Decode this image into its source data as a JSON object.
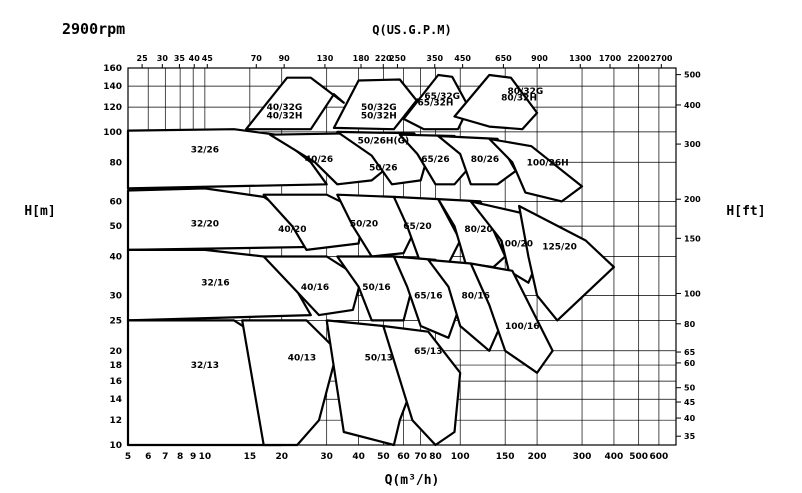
{
  "chart_data": {
    "type": "area",
    "speed_label": "2900rpm",
    "top_axis_title": "Q(US.G.P.M)",
    "bottom_axis_title": "Q(m³/h)",
    "left_axis_title": "H[m]",
    "right_axis_title": "H[ft]",
    "x_scale": "log",
    "y_scale": "log",
    "xlim": [
      5,
      700
    ],
    "ylim": [
      10,
      160
    ],
    "grid": true,
    "x_ticks": [
      5,
      6,
      7,
      8,
      9,
      10,
      15,
      20,
      30,
      40,
      50,
      60,
      70,
      80,
      100,
      150,
      200,
      300,
      400,
      500,
      600
    ],
    "x_tick_labels": [
      "5",
      "6",
      "7",
      "8",
      "9",
      "10",
      "15",
      "20",
      "30",
      "40",
      "50",
      "60",
      "70",
      "80",
      "100",
      "150",
      "200",
      "300",
      "400",
      "500",
      "600"
    ],
    "y_ticks": [
      10,
      12,
      14,
      16,
      18,
      20,
      25,
      30,
      40,
      50,
      60,
      80,
      100,
      120,
      140,
      160
    ],
    "y_tick_labels": [
      "10",
      "12",
      "14",
      "16",
      "18",
      "20",
      "25",
      "30",
      "40",
      "50",
      "60",
      "80",
      "100",
      "120",
      "140",
      "160"
    ],
    "top_ticks": [
      25,
      30,
      35,
      40,
      45,
      70,
      90,
      130,
      180,
      220,
      250,
      350,
      450,
      650,
      900,
      1300,
      1700,
      2200,
      2700
    ],
    "top_tick_labels": [
      "25",
      "30",
      "35",
      "40",
      "45",
      "70",
      "90",
      "130",
      "180",
      "220",
      "250",
      "350",
      "450",
      "650",
      "900",
      "1300",
      "1700",
      "2200",
      "2700"
    ],
    "right_ticks": [
      35,
      40,
      45,
      50,
      60,
      65,
      80,
      100,
      150,
      200,
      300,
      400,
      500
    ],
    "right_tick_labels": [
      "35",
      "40",
      "45",
      "50",
      "60",
      "65",
      "80",
      "100",
      "150",
      "200",
      "300",
      "400",
      "500"
    ],
    "series": [
      {
        "name": "40/32G",
        "label_q": 20.5,
        "label_h": 120,
        "points": [
          [
            14.5,
            102
          ],
          [
            26,
            102
          ],
          [
            32,
            132
          ],
          [
            35,
            124
          ],
          [
            26,
            149
          ],
          [
            21,
            149
          ]
        ]
      },
      {
        "name": "40/32H",
        "label_q": 20.5,
        "label_h": 113
      },
      {
        "name": "50/32G",
        "label_q": 48,
        "label_h": 120,
        "points": [
          [
            32,
            103
          ],
          [
            55,
            102
          ],
          [
            68,
            127
          ],
          [
            72,
            118
          ],
          [
            58,
            147
          ],
          [
            40,
            146
          ]
        ]
      },
      {
        "name": "50/32H",
        "label_q": 48,
        "label_h": 113
      },
      {
        "name": "65/32G",
        "label_q": 85,
        "label_h": 130,
        "points": [
          [
            60,
            110
          ],
          [
            72,
            102
          ],
          [
            98,
            102
          ],
          [
            108,
            120
          ],
          [
            93,
            150
          ],
          [
            82,
            152
          ]
        ]
      },
      {
        "name": "65/32H",
        "label_q": 80,
        "label_h": 124
      },
      {
        "name": "80/32G",
        "label_q": 180,
        "label_h": 135,
        "points": [
          [
            95,
            112
          ],
          [
            130,
            104
          ],
          [
            175,
            102
          ],
          [
            200,
            115
          ],
          [
            158,
            149
          ],
          [
            130,
            152
          ]
        ]
      },
      {
        "name": "80/32H",
        "label_q": 170,
        "label_h": 129
      },
      {
        "name": "32/26",
        "label_q": 10,
        "label_h": 88,
        "points": [
          [
            5,
            101
          ],
          [
            13,
            102
          ],
          [
            19,
            98
          ],
          [
            26,
            80
          ],
          [
            30,
            68
          ],
          [
            5,
            66
          ]
        ]
      },
      {
        "name": "40/26",
        "label_q": 28,
        "label_h": 82,
        "points": [
          [
            18,
            98
          ],
          [
            38,
            99
          ],
          [
            55,
            80
          ],
          [
            45,
            70
          ],
          [
            33,
            68
          ],
          [
            27,
            80
          ]
        ]
      },
      {
        "name": "50/26H(G)",
        "label_q": 50,
        "label_h": 94,
        "points": [
          [
            33,
            100
          ],
          [
            66,
            99
          ],
          [
            75,
            85
          ],
          [
            70,
            70
          ],
          [
            54,
            68
          ],
          [
            45,
            84
          ]
        ]
      },
      {
        "name": "50/26",
        "label_q": 50,
        "label_h": 77
      },
      {
        "name": "65/26",
        "label_q": 80,
        "label_h": 82,
        "points": [
          [
            58,
            98
          ],
          [
            95,
            97
          ],
          [
            110,
            78
          ],
          [
            95,
            68
          ],
          [
            80,
            68
          ],
          [
            68,
            85
          ]
        ]
      },
      {
        "name": "80/26",
        "label_q": 125,
        "label_h": 82,
        "points": [
          [
            82,
            97
          ],
          [
            140,
            95
          ],
          [
            165,
            75
          ],
          [
            140,
            68
          ],
          [
            110,
            68
          ],
          [
            100,
            85
          ]
        ]
      },
      {
        "name": "100/26H",
        "label_q": 220,
        "label_h": 80,
        "points": [
          [
            130,
            95
          ],
          [
            190,
            90
          ],
          [
            300,
            67
          ],
          [
            250,
            60
          ],
          [
            180,
            64
          ],
          [
            160,
            80
          ]
        ]
      },
      {
        "name": "32/20",
        "label_q": 10,
        "label_h": 51,
        "points": [
          [
            5,
            65
          ],
          [
            10,
            66
          ],
          [
            17,
            62
          ],
          [
            26,
            49
          ],
          [
            30,
            43
          ],
          [
            5,
            42
          ]
        ]
      },
      {
        "name": "40/20",
        "label_q": 22,
        "label_h": 49,
        "points": [
          [
            17,
            63
          ],
          [
            30,
            63
          ],
          [
            42,
            55
          ],
          [
            40,
            44
          ],
          [
            25,
            42
          ],
          [
            22,
            50
          ]
        ]
      },
      {
        "name": "50/20",
        "label_q": 42,
        "label_h": 51,
        "points": [
          [
            33,
            63
          ],
          [
            55,
            62
          ],
          [
            66,
            48
          ],
          [
            60,
            41
          ],
          [
            45,
            40
          ],
          [
            38,
            50
          ]
        ]
      },
      {
        "name": "65/20",
        "label_q": 68,
        "label_h": 50,
        "points": [
          [
            55,
            62
          ],
          [
            82,
            61
          ],
          [
            100,
            45
          ],
          [
            90,
            38
          ],
          [
            70,
            38
          ],
          [
            62,
            50
          ]
        ]
      },
      {
        "name": "80/20",
        "label_q": 118,
        "label_h": 49,
        "points": [
          [
            82,
            61
          ],
          [
            120,
            60
          ],
          [
            150,
            40
          ],
          [
            135,
            37
          ],
          [
            105,
            38
          ],
          [
            95,
            50
          ]
        ]
      },
      {
        "name": "100/20",
        "label_q": 165,
        "label_h": 44,
        "points": [
          [
            110,
            60
          ],
          [
            175,
            55
          ],
          [
            205,
            40
          ],
          [
            185,
            33
          ],
          [
            155,
            36
          ],
          [
            145,
            45
          ]
        ]
      },
      {
        "name": "125/20",
        "label_q": 245,
        "label_h": 43,
        "points": [
          [
            170,
            58
          ],
          [
            310,
            45
          ],
          [
            400,
            37
          ],
          [
            240,
            25
          ],
          [
            200,
            30
          ],
          [
            185,
            40
          ]
        ]
      },
      {
        "name": "32/16",
        "label_q": 11,
        "label_h": 33,
        "points": [
          [
            5,
            42
          ],
          [
            10,
            42
          ],
          [
            17,
            40
          ],
          [
            22,
            33
          ],
          [
            26,
            26
          ],
          [
            5,
            25
          ]
        ]
      },
      {
        "name": "40/16",
        "label_q": 27,
        "label_h": 32,
        "points": [
          [
            17,
            40
          ],
          [
            30,
            40
          ],
          [
            41,
            34
          ],
          [
            38,
            27
          ],
          [
            28,
            26
          ],
          [
            22,
            32
          ]
        ]
      },
      {
        "name": "50/16",
        "label_q": 47,
        "label_h": 32,
        "points": [
          [
            33,
            40
          ],
          [
            55,
            40
          ],
          [
            65,
            32
          ],
          [
            60,
            25
          ],
          [
            45,
            25
          ],
          [
            40,
            32
          ]
        ]
      },
      {
        "name": "65/16",
        "label_q": 75,
        "label_h": 30,
        "points": [
          [
            55,
            40
          ],
          [
            80,
            39
          ],
          [
            100,
            28
          ],
          [
            90,
            22
          ],
          [
            70,
            24
          ],
          [
            62,
            32
          ]
        ]
      },
      {
        "name": "80/16",
        "label_q": 115,
        "label_h": 30,
        "points": [
          [
            75,
            39
          ],
          [
            110,
            38
          ],
          [
            150,
            26
          ],
          [
            130,
            20
          ],
          [
            100,
            24
          ],
          [
            90,
            32
          ]
        ]
      },
      {
        "name": "100/16",
        "label_q": 175,
        "label_h": 24,
        "points": [
          [
            110,
            38
          ],
          [
            160,
            36
          ],
          [
            230,
            20
          ],
          [
            200,
            17
          ],
          [
            150,
            20
          ],
          [
            130,
            28
          ]
        ]
      },
      {
        "name": "32/13",
        "label_q": 10,
        "label_h": 18,
        "points": [
          [
            5,
            25
          ],
          [
            13,
            25
          ],
          [
            20,
            20
          ],
          [
            22,
            15
          ],
          [
            20,
            10
          ],
          [
            5,
            10
          ]
        ]
      },
      {
        "name": "40/13",
        "label_q": 24,
        "label_h": 19,
        "points": [
          [
            14,
            25
          ],
          [
            25,
            25
          ],
          [
            33,
            20
          ],
          [
            28,
            12
          ],
          [
            23,
            10
          ],
          [
            17,
            10
          ]
        ]
      },
      {
        "name": "50/13",
        "label_q": 48,
        "label_h": 19,
        "points": [
          [
            30,
            25
          ],
          [
            50,
            24
          ],
          [
            70,
            18
          ],
          [
            58,
            12
          ],
          [
            55,
            10
          ],
          [
            35,
            11
          ]
        ]
      },
      {
        "name": "65/13",
        "label_q": 75,
        "label_h": 20,
        "points": [
          [
            50,
            24
          ],
          [
            75,
            23
          ],
          [
            100,
            17
          ],
          [
            95,
            11
          ],
          [
            80,
            10
          ],
          [
            65,
            12
          ]
        ]
      }
    ]
  }
}
